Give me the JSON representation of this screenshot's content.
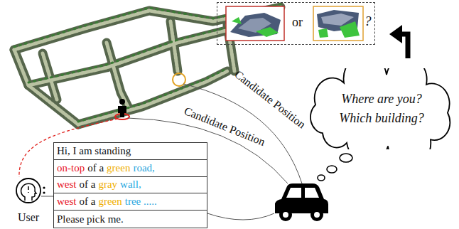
{
  "diagram": {
    "nodes": [
      {
        "text": [
          "or",
          "?"
        ]
      },
      {
        "text": [
          "Where are you?",
          "Which building?"
        ]
      },
      {
        "text": [
          "Hi, I am standing",
          "on-top",
          "of a",
          "green",
          "road,",
          "west",
          "of a",
          "gray",
          "wall,",
          "west",
          "of a",
          "green",
          "tree .....",
          "Please pick me."
        ]
      }
    ],
    "edges": [
      {
        "from": 1,
        "to": 0,
        "arrow": "to"
      }
    ],
    "labels": [
      "Candidate Position",
      "Candidate Position",
      "User"
    ]
  }
}
